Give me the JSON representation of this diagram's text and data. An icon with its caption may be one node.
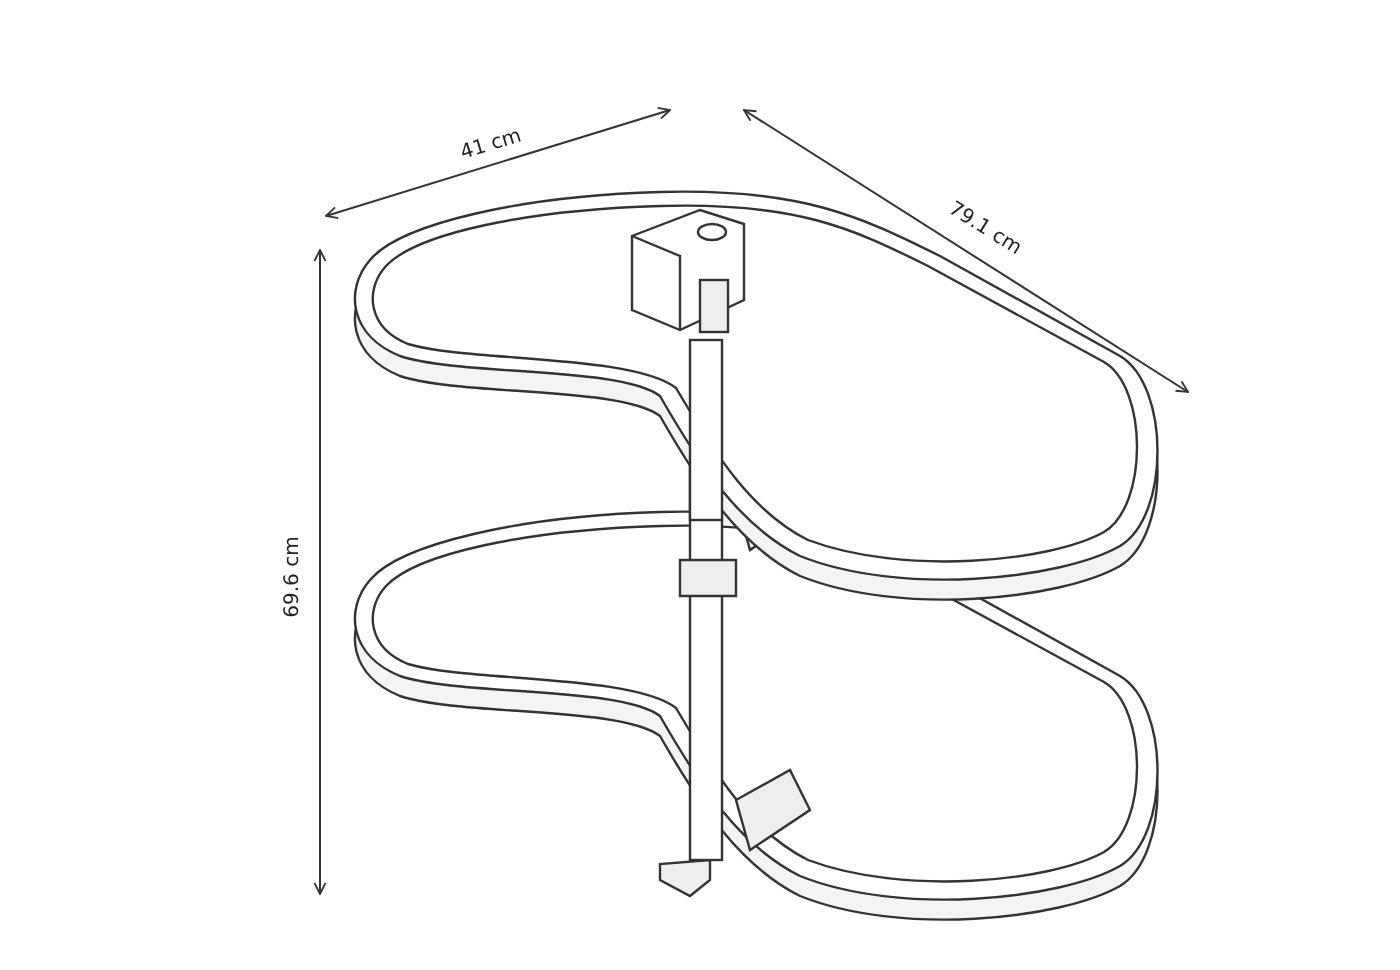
{
  "diagram": {
    "labels": [
      "41 cm",
      "79.1 cm",
      "69.6 cm"
    ]
  }
}
